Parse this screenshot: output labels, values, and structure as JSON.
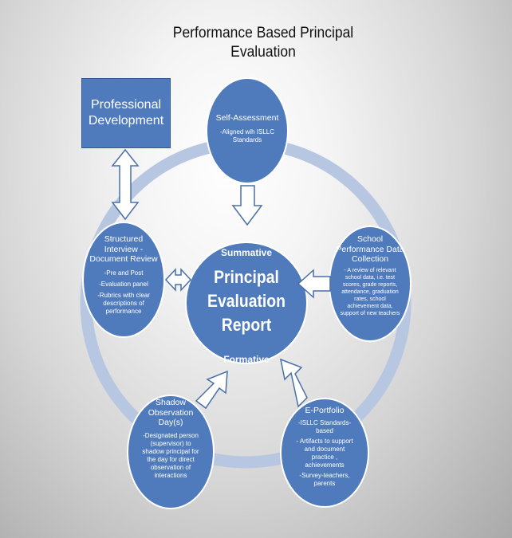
{
  "title": {
    "line1": "Performance Based Principal",
    "line2": "Evaluation"
  },
  "professional_development": {
    "label_line1": "Professional",
    "label_line2": "Development"
  },
  "center": {
    "summative": "Summative",
    "main_line1": "Principal",
    "main_line2": "Evaluation",
    "main_line3": "Report",
    "formative": "Formative"
  },
  "self_assessment": {
    "heading": "Self-Assessment",
    "items": [
      "-Aligned wih ISLLC",
      "Standards"
    ]
  },
  "school_performance": {
    "heading_lines": [
      "School",
      "Performance Data",
      "Collection"
    ],
    "items": [
      "- A review of relevant",
      "school data, i.e. test",
      "scores, grade reports,",
      "attendance, graduation",
      "rates, school",
      "achievement data,",
      "support of new teachers"
    ]
  },
  "eportfolio": {
    "heading": "E-Portfolio",
    "items": [
      "-ISLLC Standards-",
      "based",
      "- Artifacts to support",
      "and document",
      "practice ,",
      "achievements",
      "-Survey-teachers,",
      "parents"
    ]
  },
  "shadow_observation": {
    "heading_lines": [
      "Shadow",
      "Observation",
      "Day(s)"
    ],
    "items": [
      "-Designated person",
      "(supervisor) to",
      "shadow principal for",
      "the day for direct",
      "observation of",
      "interactions"
    ]
  },
  "structured_interview": {
    "heading_lines": [
      "Structured",
      "Interview -",
      "Document Review"
    ],
    "items": [
      "-Pre and Post",
      "-Evaluation panel",
      "-Rubrics with clear",
      "descriptions of",
      "performance"
    ]
  },
  "colors": {
    "node_fill": "#4f7bbd",
    "node_stroke": "#ffffff",
    "ring": "#b7c7e2",
    "arrow_fill": "#ffffff",
    "arrow_stroke": "#4a6fa8"
  }
}
